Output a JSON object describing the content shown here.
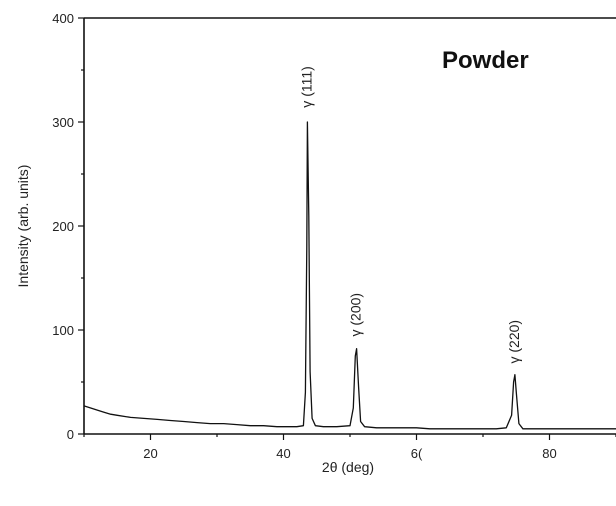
{
  "chart_data": {
    "type": "line",
    "title": "Powder",
    "xlabel": "2θ (deg)",
    "ylabel": "Intensity (arb. units)",
    "xlim": [
      10,
      90
    ],
    "ylim": [
      0,
      400
    ],
    "x_ticks": [
      20,
      40,
      60,
      80
    ],
    "x_tick_labels": [
      "20",
      "40",
      "6(",
      "80"
    ],
    "y_ticks": [
      0,
      100,
      200,
      300,
      400
    ],
    "y_tick_labels": [
      "0",
      "100",
      "200",
      "300",
      "400"
    ],
    "grid": false,
    "legend": "none",
    "line_color": "#111111",
    "series": [
      {
        "x": [
          10,
          11,
          12,
          13,
          14,
          15,
          17,
          19,
          21,
          23,
          25,
          27,
          29,
          31,
          33,
          35,
          37,
          39,
          41,
          42,
          43,
          43.3,
          43.5,
          43.6,
          43.8,
          44,
          44.3,
          44.8,
          46,
          48,
          50,
          50.5,
          50.8,
          51,
          51.3,
          51.6,
          52.2,
          54,
          56,
          58,
          60,
          62,
          64,
          66,
          68,
          70,
          72,
          73.5,
          74.3,
          74.6,
          74.8,
          75,
          75.4,
          76,
          78,
          80,
          82,
          84,
          86,
          88,
          90
        ],
        "y": [
          27,
          25,
          23,
          21,
          19,
          18,
          16,
          15,
          14,
          13,
          12,
          11,
          10,
          10,
          9,
          8,
          8,
          7,
          7,
          7,
          8,
          40,
          180,
          300,
          210,
          60,
          15,
          8,
          7,
          7,
          8,
          25,
          75,
          82,
          45,
          12,
          7,
          6,
          6,
          6,
          6,
          5,
          5,
          5,
          5,
          5,
          5,
          6,
          18,
          50,
          57,
          40,
          10,
          5,
          5,
          5,
          5,
          5,
          5,
          5,
          5
        ]
      }
    ],
    "annotations": [
      {
        "text": "γ (111)",
        "x": 43.6,
        "y": 308
      },
      {
        "text": "γ (200)",
        "x": 51.0,
        "y": 88
      },
      {
        "text": "γ (220)",
        "x": 74.8,
        "y": 62
      }
    ]
  }
}
